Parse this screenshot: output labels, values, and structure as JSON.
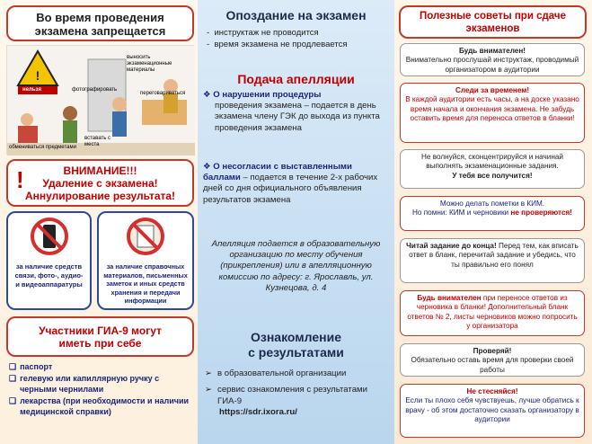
{
  "left": {
    "forbidden_title_1": "Во время проведения",
    "forbidden_title_2": "экзамена запрещается",
    "illus": {
      "stop_sign": "нельзя",
      "carry_out": "выносить экзаменационные материалы",
      "photo": "фотографировать",
      "chat": "переговариваться",
      "swap": "обмениваться предметами",
      "stand": "вставать с места"
    },
    "warning_title": "ВНИМАНИЕ!!!",
    "warning_line2": "Удаление с экзамена!",
    "warning_line3": "Аннулирование результата!",
    "ban1": "за наличие средств связи, фото-, аудио- и видеоаппаратуры",
    "ban2": "за наличие справочных материалов, письменных заметок и иных средств хранения и передачи информации",
    "bring_title_1": "Участники ГИА-9 могут",
    "bring_title_2": "иметь при себе",
    "bring_items": [
      "паспорт",
      "гелевую или капиллярную ручку с черными чернилами",
      "лекарства (при необходимости и наличии медицинской справки)"
    ]
  },
  "center": {
    "late_title": "Опоздание на экзамен",
    "late_items": [
      "инструктаж не проводится",
      "время экзамена не продлевается"
    ],
    "appeal_title": "Подача апелляции",
    "appeal1_bold": "О нарушении процедуры",
    "appeal1_text": "проведения экзамена – подается в день экзамена члену ГЭК до выхода из пункта проведения экзамена",
    "appeal2_bold": "О несогласии с выставленными баллами",
    "appeal2_text": "– подается в течение 2-х рабочих дней со дня официального объявления результатов экзамена",
    "appeal_note": "Апелляция подается в образовательную организацию по месту обучения (прикрепления) или в апелляционную комиссию по адресу: г. Ярославль, ул. Кузнецова, д. 4",
    "results_title_1": "Ознакомление",
    "results_title_2": "с результатами",
    "results_items": [
      "в образовательной организации",
      "сервис ознакомления с результатами ГИА-9"
    ],
    "results_url": "https://sdr.ixora.ru/"
  },
  "right": {
    "title": "Полезные советы при сдаче экзаменов",
    "tip1_bold": "Будь внимателен!",
    "tip1_text": "Внимательно прослушай инструктаж, проводимый организатором в аудитории",
    "tip2_bold": "Следи за временем!",
    "tip2_text": "В каждой аудитории есть часы, а на доске указано время начала и окончания экзамена. Не забудь оставить время для переноса ответов в бланки!",
    "tip3_text": "Не волнуйся, сконцентрируйся и начинай выполнять экзаменационные задания.",
    "tip3_bold": "У тебя все получится!",
    "tip4_line1": "Можно делать пометки в КИМ.",
    "tip4_line2": "Но помни: КИМ и черновики",
    "tip4_bold": "не проверяются!",
    "tip5_bold": "Читай задание до конца!",
    "tip5_text": "Перед тем, как вписать ответ в бланк, перечитай задание и убедись, что ты правильно его понял",
    "tip6_bold": "Будь внимателен",
    "tip6_text": "при переносе ответов из черновика в бланки! Дополнительный бланк ответов № 2, листы черновиков можно попросить у организатора",
    "tip7_bold": "Проверяй!",
    "tip7_text": "Обязательно оставь время для проверки своей работы",
    "tip8_bold": "Не стесняйся!",
    "tip8_text": "Если ты плохо себя чувствуешь, лучше обратись к врачу - об этом достаточно сказать организатору в аудитории"
  }
}
